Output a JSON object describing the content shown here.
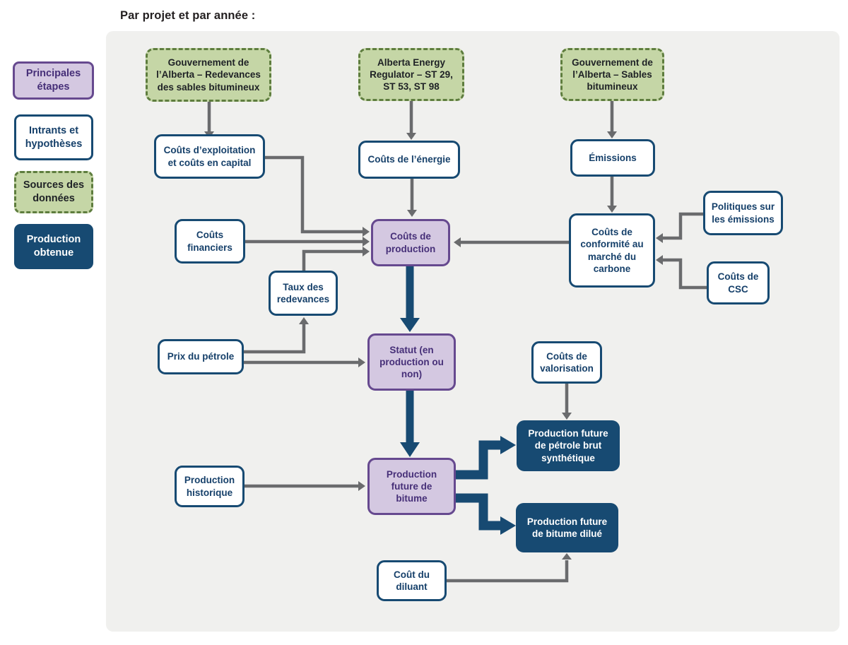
{
  "title": "Par projet et par année :",
  "legend": {
    "principales_etapes": "Principales étapes",
    "intrants_hypotheses": "Intrants et hypothèses",
    "sources_donnees": "Sources des données",
    "production_obtenue": "Production obtenue"
  },
  "colors": {
    "panel_background": "#f0f0ee",
    "step_fill": "#d4c8e1",
    "step_border": "#66498f",
    "step_text": "#462f78",
    "input_fill": "#ffffff",
    "input_border": "#174a72",
    "input_text": "#16406a",
    "source_fill": "#c5d6a6",
    "source_border": "#5e7d3e",
    "source_text": "#1e2125",
    "output_fill": "#174a72",
    "output_text": "#ffffff",
    "arrow_gray": "#6a6b6d",
    "arrow_navy": "#174a72",
    "title_text": "#231f20"
  },
  "nodes": {
    "gov_redevances": {
      "label": "Gouvernement de l’Alberta – Redevances des sables bitumineux",
      "type": "source"
    },
    "aer": {
      "label": "Alberta Energy Regulator – ST 29, ST 53, ST 98",
      "type": "source"
    },
    "gov_sables": {
      "label": "Gouvernement de l’Alberta – Sables bitumineux",
      "type": "source"
    },
    "exploitation": {
      "label": "Coûts d’exploitation et coûts en capital",
      "type": "input"
    },
    "energie": {
      "label": "Coûts de l’énergie",
      "type": "input"
    },
    "emissions": {
      "label": "Émissions",
      "type": "input"
    },
    "financiers": {
      "label": "Coûts financiers",
      "type": "input"
    },
    "production_costs": {
      "label": "Coûts de production",
      "type": "step"
    },
    "conformite": {
      "label": "Coûts de conformité au marché du carbone",
      "type": "input"
    },
    "politiques": {
      "label": "Politiques sur les émissions",
      "type": "input"
    },
    "csc": {
      "label": "Coûts de CSC",
      "type": "input"
    },
    "taux": {
      "label": "Taux des redevances",
      "type": "input"
    },
    "prix": {
      "label": "Prix du pétrole",
      "type": "input"
    },
    "statut": {
      "label": "Statut (en production ou non)",
      "type": "step"
    },
    "valorisation": {
      "label": "Coûts de valorisation",
      "type": "input"
    },
    "bitume": {
      "label": "Production future de bitume",
      "type": "step"
    },
    "historique": {
      "label": "Production historique",
      "type": "input"
    },
    "synthetique": {
      "label": "Production future de pétrole brut synthétique",
      "type": "output"
    },
    "dilue": {
      "label": "Production future de bitume dilué",
      "type": "output"
    },
    "diluant": {
      "label": "Coût du diluant",
      "type": "input"
    }
  },
  "edges": [
    {
      "from": "gov_redevances",
      "to": "exploitation",
      "style": "gray"
    },
    {
      "from": "aer",
      "to": "energie",
      "style": "gray"
    },
    {
      "from": "gov_sables",
      "to": "emissions",
      "style": "gray"
    },
    {
      "from": "energie",
      "to": "production_costs",
      "style": "gray"
    },
    {
      "from": "emissions",
      "to": "conformite",
      "style": "gray"
    },
    {
      "from": "exploitation",
      "to": "production_costs",
      "style": "gray"
    },
    {
      "from": "financiers",
      "to": "production_costs",
      "style": "gray"
    },
    {
      "from": "taux",
      "to": "production_costs",
      "style": "gray"
    },
    {
      "from": "conformite",
      "to": "production_costs",
      "style": "gray"
    },
    {
      "from": "politiques",
      "to": "conformite",
      "style": "gray"
    },
    {
      "from": "csc",
      "to": "conformite",
      "style": "gray"
    },
    {
      "from": "prix",
      "to": "taux",
      "style": "gray"
    },
    {
      "from": "prix",
      "to": "statut",
      "style": "gray"
    },
    {
      "from": "production_costs",
      "to": "statut",
      "style": "navy-thick"
    },
    {
      "from": "statut",
      "to": "bitume",
      "style": "navy-thick"
    },
    {
      "from": "historique",
      "to": "bitume",
      "style": "gray"
    },
    {
      "from": "valorisation",
      "to": "synthetique",
      "style": "gray"
    },
    {
      "from": "bitume",
      "to": "synthetique",
      "style": "navy-thick"
    },
    {
      "from": "bitume",
      "to": "dilue",
      "style": "navy-thick"
    },
    {
      "from": "diluant",
      "to": "dilue",
      "style": "gray"
    }
  ]
}
